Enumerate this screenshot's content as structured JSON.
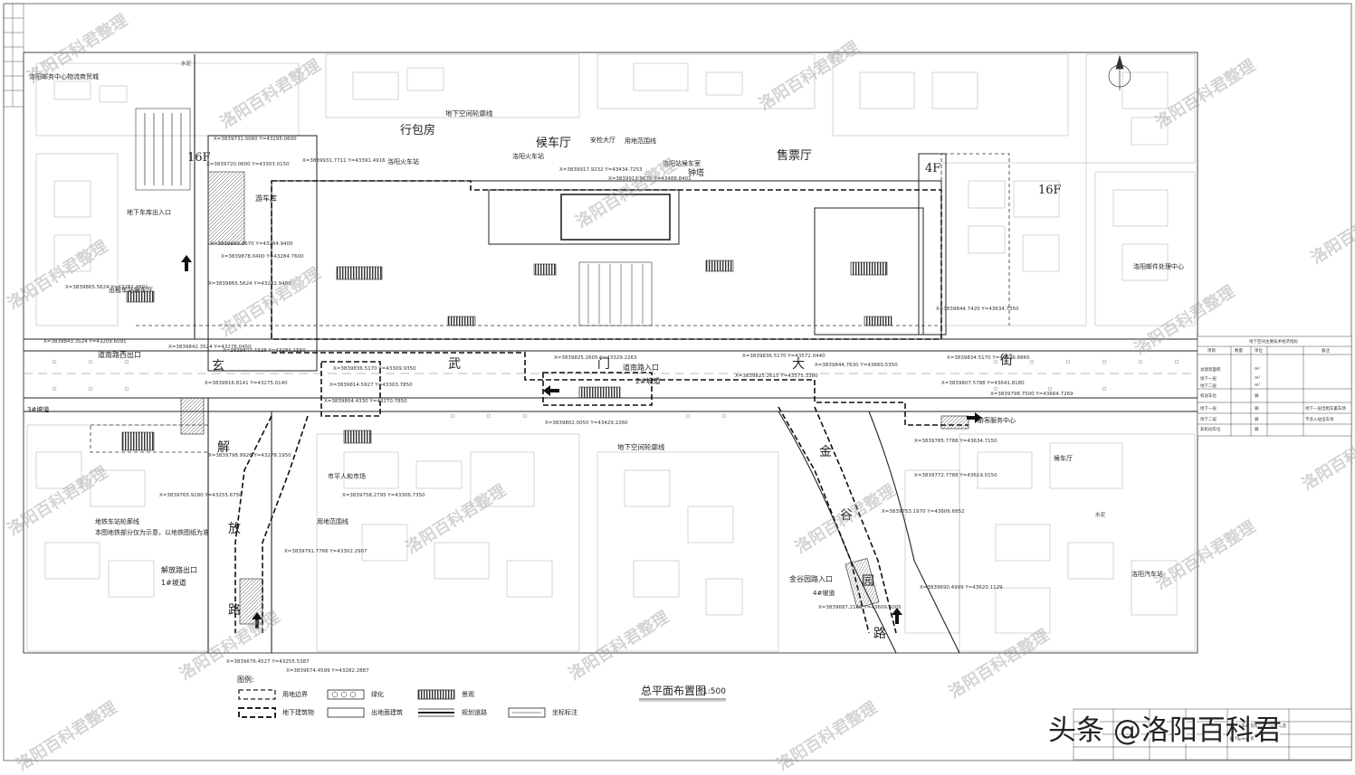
{
  "plan": {
    "title": "总平面布置图",
    "scale": "1:500"
  },
  "streets": {
    "wumen": [
      "武",
      "门",
      "大",
      "街"
    ],
    "jiefang": [
      "玄",
      "解",
      "放",
      "路"
    ],
    "jingu": [
      "金",
      "谷",
      "园",
      "路"
    ],
    "shuini": "水泥"
  },
  "buildings": {
    "xingbaofang": "行包房",
    "houcheting": "候车厅",
    "anjian": "安检大厅",
    "shoupiao": "售票厅",
    "zhongta": "钟塔",
    "luoyang_station": "洛阳火车站",
    "luoyang_station2": "洛阳站候车室",
    "postal": "洛阳邮件处理中心",
    "hospital": "洛阳邮务中心物流商贸城",
    "east_hall": "候车厅",
    "market": "市平人和市场",
    "16f_left": "16F",
    "16f_right": "16F",
    "4f": "4F",
    "luoyang_bus": "洛阳汽车站"
  },
  "annotations": {
    "ug_outline_top": "地下空间轮廓线",
    "ug_outline_mid": "地下空间轮廓线",
    "ug_outline_left": "地铁车站轮廓线",
    "land_line": "用地范围线",
    "land_line2": "用地范围线",
    "note_metro": "本图地铁部分仅为示意，以地铁图纸为准",
    "daonan_entrance": "道南路入口",
    "ramp2": "2#坡道",
    "daonan_west": "道南路西出口",
    "ramp3": "3#坡道",
    "jiefang_entrance": "解放路出口",
    "ramp1": "1#坡道",
    "jingu_entrance": "金谷园路入口",
    "ramp4": "4#坡道",
    "ug_entrance_left": "地下车库出入口",
    "youche": "游车库",
    "exit_left": "出租车站候车厅",
    "yijing": "游客服务中心"
  },
  "coords": [
    "X=3839731.0060 Y=43295.0600",
    "X=3839720.0600 Y=43303.0150",
    "X=3839931.7711 Y=43391.4916",
    "X=3839917.9232 Y=43434.7253",
    "X=3839913.9670 Y=43488.8401",
    "X=3839900.2670 Y=43284.9400",
    "X=3839878.0400 Y=43284.7600",
    "X=3839865.5624 Y=43282.9480",
    "X=3839865.5624 Y=43282.4891",
    "X=3839843.3524 Y=43209.6091",
    "X=3839842.3524 Y=43276.0450",
    "X=3839847.4328 Y=43284.1550",
    "X=3839836.5170 Y=43309.9350",
    "X=3839814.5927 Y=43303.7850",
    "X=3839804.4330 Y=43270.7850",
    "X=3839816.8141 Y=43275.0140",
    "X=3839825.2605 Y=43329.2263",
    "X=3839836.5170 Y=43572.0440",
    "X=3839825.2615 Y=43575.3380",
    "X=3839802.0050 Y=43429.2260",
    "X=3839844.7420 Y=43634.7350",
    "X=3839834.5170 Y=43636.8860",
    "X=3839844.7630 Y=43660.5350",
    "X=3839807.5788 Y=43641.8180",
    "X=3839798.7500 Y=43664.7269",
    "X=3839785.7788 Y=43634.7150",
    "X=3839772.7788 Y=43619.0150",
    "X=3839753.1970 Y=43606.6852",
    "X=3839690.4999 Y=43620.1129",
    "X=3839687.2149 Y=43609.6005",
    "X=3839791.7766 Y=43302.2907",
    "X=3839798.9926 Y=43278.1950",
    "X=3839765.9180 Y=43255.6750",
    "X=3839758.2795 Y=43306.7350",
    "X=3839676.4527 Y=43255.5387",
    "X=3839674.4599 Y=43282.2887"
  ],
  "legend": {
    "title": "图例:",
    "items": [
      {
        "symbol": "dashed-box",
        "label": "用地边界"
      },
      {
        "symbol": "circles",
        "label": "绿化"
      },
      {
        "symbol": "hatched",
        "label": "景观"
      },
      {
        "symbol": "dashed-thick",
        "label": "地下建筑物"
      },
      {
        "symbol": "plain-box",
        "label": "出地面建筑"
      },
      {
        "symbol": "road",
        "label": "规划道路"
      },
      {
        "symbol": "coord-tag",
        "label": "坐标标注"
      }
    ]
  },
  "stats_table": {
    "title": "地下空间主要技术经济指标",
    "headers": [
      "项目",
      "数量",
      "单位",
      "备注"
    ],
    "rows": [
      [
        "总建筑面积",
        "",
        "m²",
        ""
      ],
      [
        "地下一层",
        "",
        "m²",
        ""
      ],
      [
        "地下二层",
        "",
        "m²",
        ""
      ],
      [
        "机动车位",
        "",
        "辆",
        ""
      ],
      [
        "地下一层",
        "",
        "辆",
        "地下一层出租车蓄车场"
      ],
      [
        "地下二层",
        "",
        "辆",
        "不含入站出车场"
      ],
      [
        "非机动车位",
        "",
        "辆",
        ""
      ]
    ]
  },
  "watermark": "洛阳百科君整理",
  "credit": "头条 @洛阳百科君",
  "title_block": {
    "project": "洛阳火车站及周边地区综合改造",
    "drawing": "总平面布置图"
  }
}
